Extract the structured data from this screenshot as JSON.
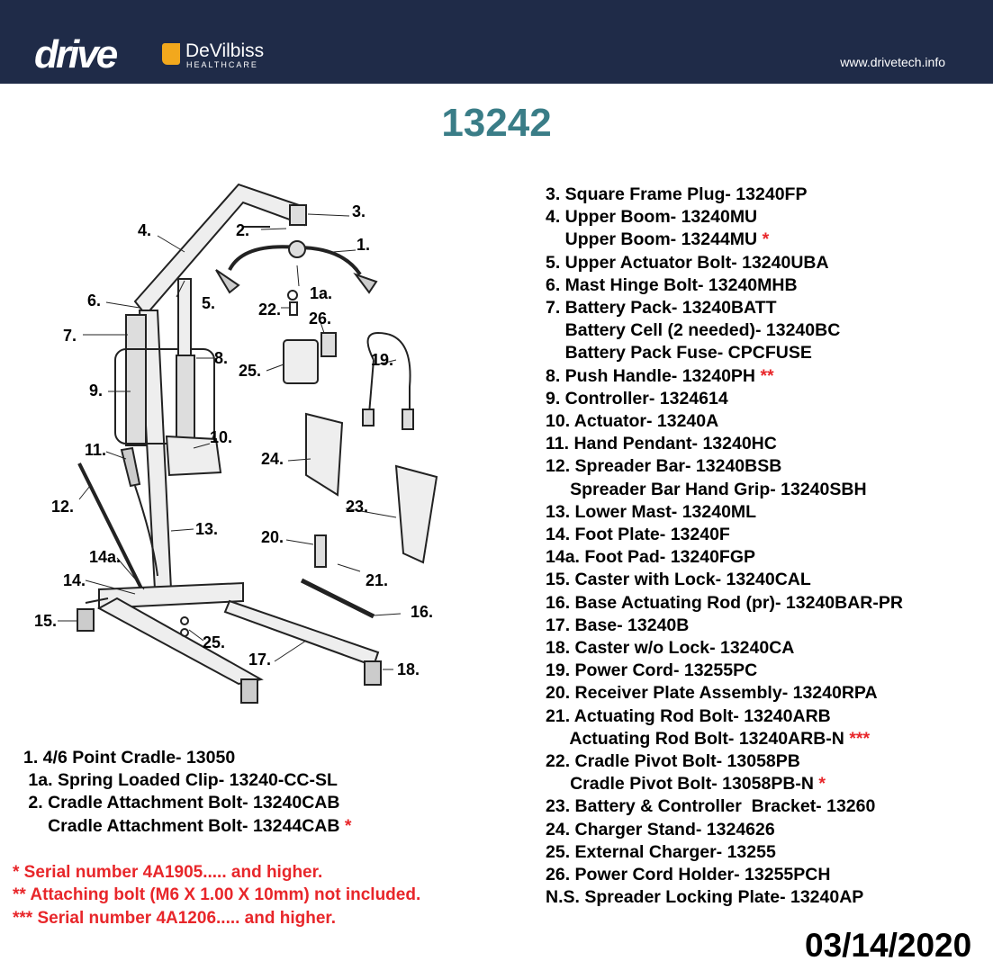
{
  "header": {
    "brand": "drive",
    "partner": "DeVilbiss",
    "partner_sub": "HEALTHCARE",
    "url": "www.drivetech.info"
  },
  "title": "13242",
  "callouts": [
    "3.",
    "2.",
    "4.",
    "1.",
    "1a.",
    "5.",
    "6.",
    "22.",
    "26.",
    "7.",
    "8.",
    "19.",
    "25.",
    "9.",
    "10.",
    "11.",
    "24.",
    "12.",
    "23.",
    "13.",
    "20.",
    "14a.",
    "21.",
    "14.",
    "16.",
    "15.",
    "25.",
    "17.",
    "18."
  ],
  "right_list": [
    {
      "text": "3. Square Frame Plug- 13240FP",
      "note": ""
    },
    {
      "text": "4. Upper Boom- 13240MU",
      "note": ""
    },
    {
      "text": "    Upper Boom- 13244MU ",
      "note": "*"
    },
    {
      "text": "5. Upper Actuator Bolt- 13240UBA",
      "note": ""
    },
    {
      "text": "6. Mast Hinge Bolt- 13240MHB",
      "note": ""
    },
    {
      "text": "7. Battery Pack- 13240BATT",
      "note": ""
    },
    {
      "text": "    Battery Cell (2 needed)- 13240BC",
      "note": ""
    },
    {
      "text": "    Battery Pack Fuse- CPCFUSE",
      "note": ""
    },
    {
      "text": "8. Push Handle- 13240PH ",
      "note": "**"
    },
    {
      "text": "9. Controller- 1324614",
      "note": ""
    },
    {
      "text": "10. Actuator- 13240A",
      "note": ""
    },
    {
      "text": "11. Hand Pendant- 13240HC",
      "note": ""
    },
    {
      "text": "12. Spreader Bar- 13240BSB",
      "note": ""
    },
    {
      "text": "     Spreader Bar Hand Grip- 13240SBH",
      "note": ""
    },
    {
      "text": "13. Lower Mast- 13240ML",
      "note": ""
    },
    {
      "text": "14. Foot Plate- 13240F",
      "note": ""
    },
    {
      "text": "14a. Foot Pad- 13240FGP",
      "note": ""
    },
    {
      "text": "15. Caster with Lock- 13240CAL",
      "note": ""
    },
    {
      "text": "16. Base Actuating Rod (pr)- 13240BAR-PR",
      "note": ""
    },
    {
      "text": "17. Base- 13240B",
      "note": ""
    },
    {
      "text": "18. Caster w/o Lock- 13240CA",
      "note": ""
    },
    {
      "text": "19. Power Cord- 13255PC",
      "note": ""
    },
    {
      "text": "20. Receiver Plate Assembly- 13240RPA",
      "note": ""
    },
    {
      "text": "21. Actuating Rod Bolt- 13240ARB",
      "note": ""
    },
    {
      "text": "     Actuating Rod Bolt- 13240ARB-N ",
      "note": "***"
    },
    {
      "text": "22. Cradle Pivot Bolt- 13058PB",
      "note": ""
    },
    {
      "text": "     Cradle Pivot Bolt- 13058PB-N ",
      "note": "*"
    },
    {
      "text": "23. Battery & Controller  Bracket- 13260",
      "note": ""
    },
    {
      "text": "24. Charger Stand- 1324626",
      "note": ""
    },
    {
      "text": "25. External Charger- 13255",
      "note": ""
    },
    {
      "text": "26. Power Cord Holder- 13255PCH",
      "note": ""
    },
    {
      "text": "N.S. Spreader Locking Plate- 13240AP",
      "note": ""
    }
  ],
  "left_list": [
    {
      "text": "1. 4/6 Point Cradle- 13050",
      "note": ""
    },
    {
      "text": " 1a. Spring Loaded Clip- 13240-CC-SL",
      "note": ""
    },
    {
      "text": " 2. Cradle Attachment Bolt- 13240CAB",
      "note": ""
    },
    {
      "text": "     Cradle Attachment Bolt- 13244CAB ",
      "note": "*"
    }
  ],
  "notes": [
    "* Serial number 4A1905..... and higher.",
    "** Attaching bolt (M6 X 1.00 X 10mm) not included.",
    "*** Serial number 4A1206..... and higher."
  ],
  "date": "03/14/2020"
}
